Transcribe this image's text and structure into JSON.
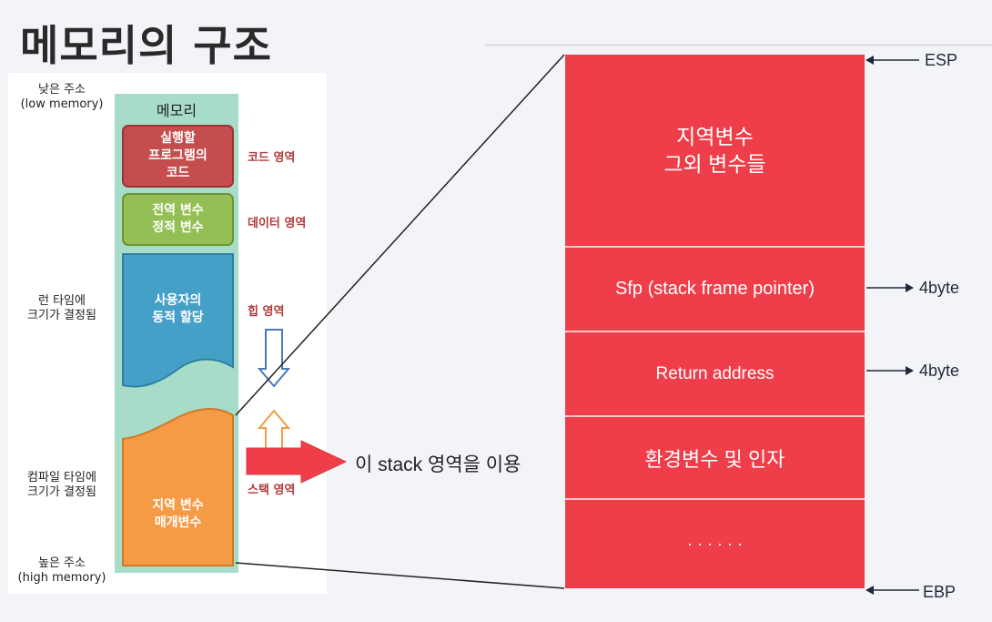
{
  "title": "메모리의 구조",
  "memory": {
    "column_title": "메모리",
    "low_address": [
      "낮은 주소",
      "(low memory)"
    ],
    "high_address": [
      "높은 주소",
      "(high memory)"
    ],
    "runtime_note": [
      "런 타임에",
      "크기가 결정됨"
    ],
    "compile_note": [
      "컴파일 타임에",
      "크기가 결정됨"
    ],
    "blocks": {
      "code": [
        "실행할",
        "프로그램의",
        "코드"
      ],
      "data": [
        "전역 변수",
        "정적 변수"
      ],
      "heap": [
        "사용자의",
        "동적 할당"
      ],
      "stack": [
        "지역 변수",
        "매개변수"
      ]
    },
    "segments": {
      "code": "코드 영역",
      "data": "데이터 영역",
      "heap": "힙 영역",
      "stack": "스택 영역"
    },
    "colors": {
      "code": "#c44d4d",
      "data": "#93bf54",
      "heap": "#45a0c8",
      "stack": "#f59a45",
      "column": "#a6dcc8"
    }
  },
  "usage_label": "이 stack 영역을 이용",
  "stack_frame": {
    "color": "#ef3e4a",
    "cells": {
      "locals": [
        "지역변수",
        "그외 변수들"
      ],
      "sfp": "Sfp (stack frame pointer)",
      "ret": "Return address",
      "env": "환경변수 및 인자",
      "more": "· · · · · ·"
    },
    "pointers": {
      "esp": "ESP",
      "ebp": "EBP",
      "sfp_size": "4byte",
      "ret_size": "4byte"
    }
  }
}
